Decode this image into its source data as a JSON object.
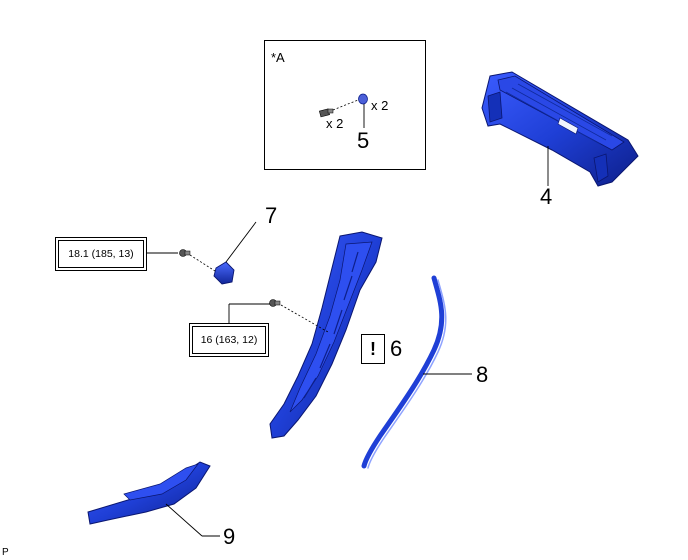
{
  "inset": {
    "label": "*A",
    "qty_left": "x 2",
    "qty_right": "x 2",
    "part_number": "5"
  },
  "callouts": {
    "c4": "4",
    "c6": "6",
    "c7": "7",
    "c8": "8",
    "c9": "9"
  },
  "torque": {
    "t1": "18.1 (185, 13)",
    "t2": "16 (163, 12)"
  },
  "warning_symbol": "!",
  "corner_code": "P",
  "colors": {
    "part_blue": "#1f3fd6",
    "part_dark": "#0d1f8a",
    "line": "#000000"
  }
}
